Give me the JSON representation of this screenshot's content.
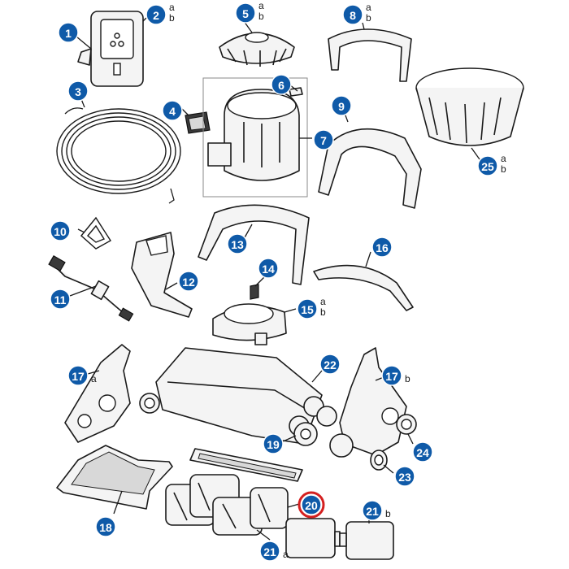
{
  "diagram": {
    "callouts": [
      {
        "id": "1",
        "suffix": ""
      },
      {
        "id": "2",
        "suffix": "a\nb"
      },
      {
        "id": "3",
        "suffix": ""
      },
      {
        "id": "4",
        "suffix": ""
      },
      {
        "id": "5",
        "suffix": "a\nb"
      },
      {
        "id": "6",
        "suffix": ""
      },
      {
        "id": "7",
        "suffix": ""
      },
      {
        "id": "8",
        "suffix": "a\nb"
      },
      {
        "id": "9",
        "suffix": ""
      },
      {
        "id": "10",
        "suffix": ""
      },
      {
        "id": "11",
        "suffix": ""
      },
      {
        "id": "12",
        "suffix": ""
      },
      {
        "id": "13",
        "suffix": ""
      },
      {
        "id": "14",
        "suffix": ""
      },
      {
        "id": "15",
        "suffix": "a\nb"
      },
      {
        "id": "16",
        "suffix": ""
      },
      {
        "id": "17",
        "suffix": "a"
      },
      {
        "id": "17",
        "suffix": "b"
      },
      {
        "id": "18",
        "suffix": ""
      },
      {
        "id": "19",
        "suffix": ""
      },
      {
        "id": "20",
        "suffix": ""
      },
      {
        "id": "21",
        "suffix": "a"
      },
      {
        "id": "21",
        "suffix": "b"
      },
      {
        "id": "22",
        "suffix": ""
      },
      {
        "id": "23",
        "suffix": ""
      },
      {
        "id": "24",
        "suffix": ""
      },
      {
        "id": "25",
        "suffix": "a\nb"
      }
    ],
    "highlighted": "20",
    "colors": {
      "callout_fill": "#0f5aa8",
      "highlight_ring": "#d42020",
      "line": "#1a1a1a"
    }
  }
}
